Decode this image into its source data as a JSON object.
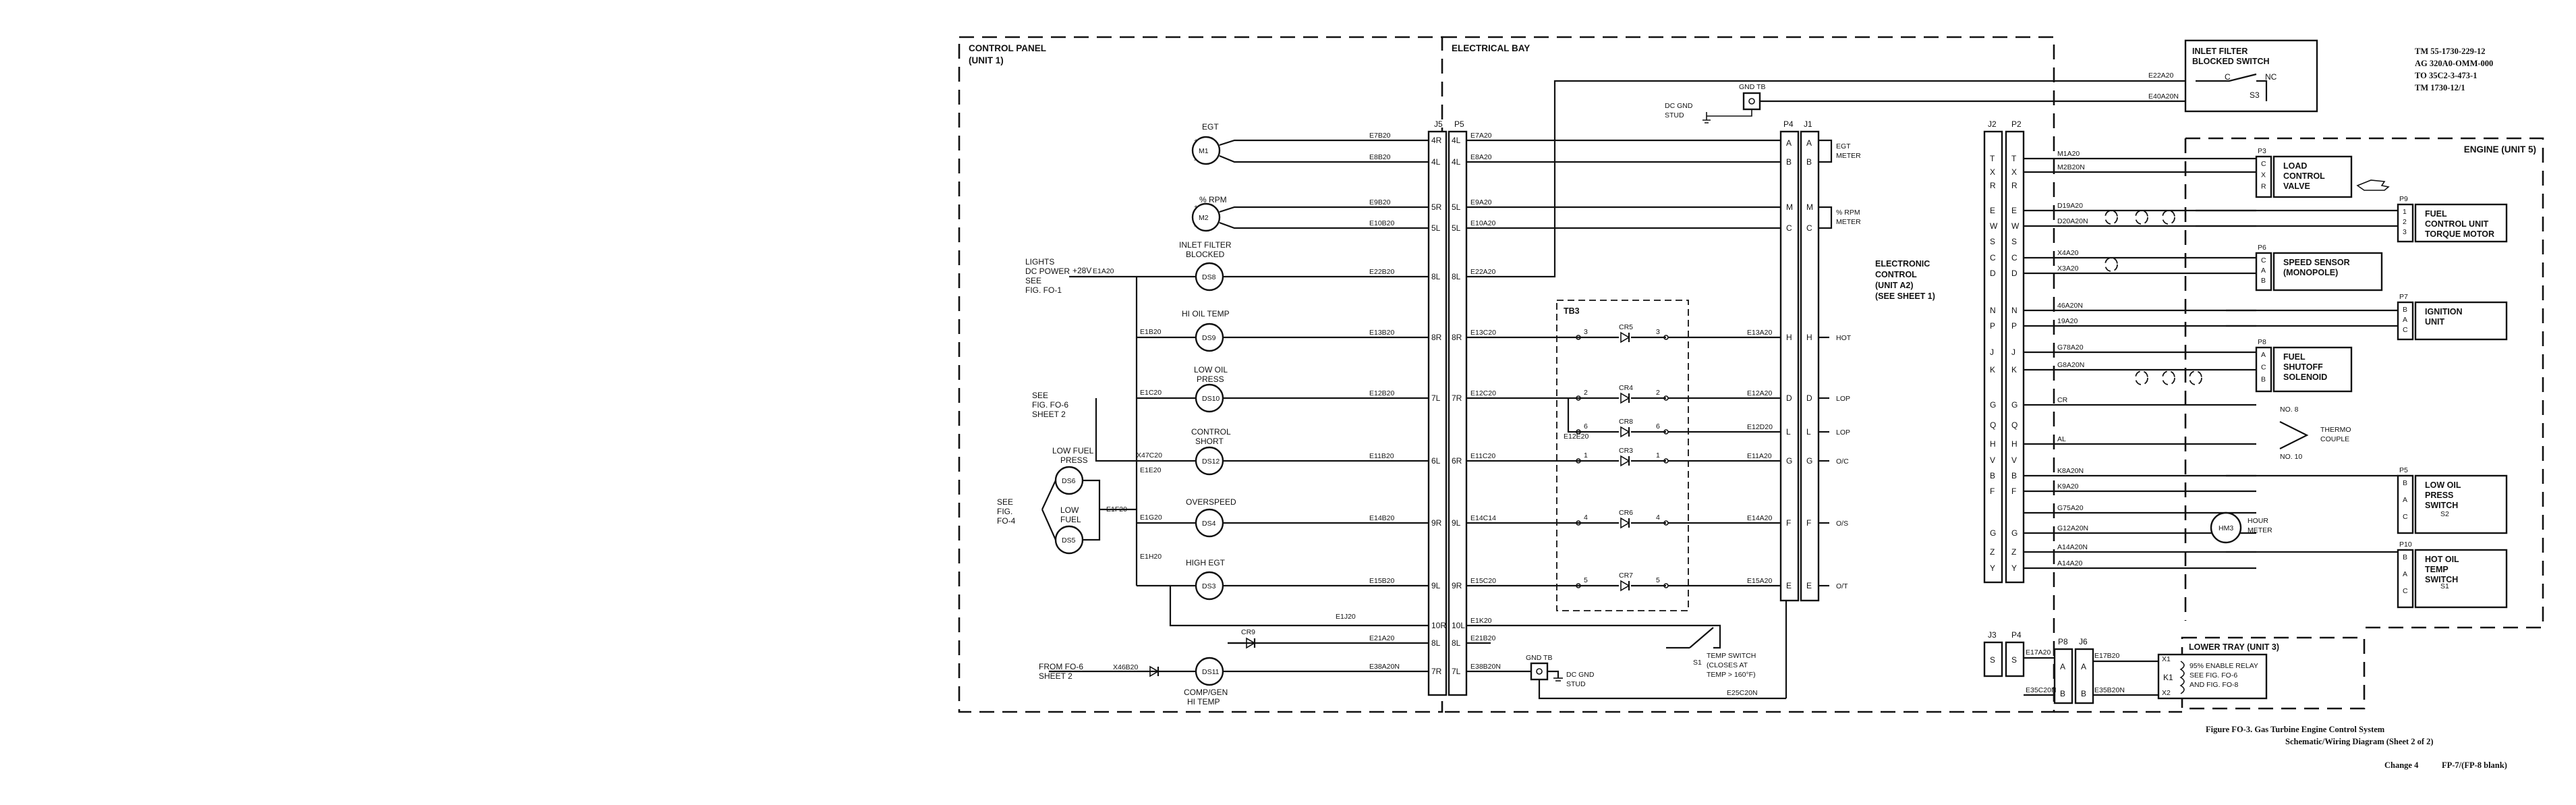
{
  "header": {
    "tm_lines": [
      "TM 55-1730-229-12",
      "AG 320A0-OMM-000",
      "TO 35C2-3-473-1",
      "TM 1730-12/1"
    ],
    "caption_line1": "Figure FO-3.  Gas Turbine Engine Control System",
    "caption_line2": "Schematic/Wiring Diagram (Sheet 2 of 2)",
    "change": "Change 4",
    "page": "FP-7/(FP-8 blank)"
  },
  "regions": {
    "control_panel": [
      "CONTROL PANEL",
      "(UNIT 1)"
    ],
    "electrical_bay": "ELECTRICAL BAY",
    "engine": "ENGINE (UNIT 5)",
    "lower_tray": "LOWER TRAY (UNIT 3)",
    "electronic_control": [
      "ELECTRONIC",
      "CONTROL",
      "(UNIT A2)",
      "(SEE SHEET 1)"
    ]
  },
  "connectors": {
    "j5": "J5",
    "p5": "P5",
    "p4": "P4",
    "j1": "J1",
    "j2": "J2",
    "p2": "P2",
    "j5_pins": [
      "4R",
      "4L",
      "5R",
      "5L",
      "8L",
      "8R",
      "7L",
      "6L",
      "9R",
      "9L",
      "10R",
      "8L",
      "7R"
    ],
    "p5_pins": [
      "4L",
      "4L",
      "5L",
      "5L",
      "8L",
      "8R",
      "7R",
      "6R",
      "9L",
      "9R",
      "10L",
      "8L",
      "7L"
    ],
    "j1_pins": [
      "A",
      "B",
      "M",
      "C",
      "H",
      "D",
      "L",
      "G",
      "F",
      "E"
    ],
    "j2_pins": [
      "T",
      "X",
      "R",
      "E",
      "W",
      "S",
      "C",
      "D",
      "N",
      "P",
      "J",
      "K",
      "G",
      "Q",
      "H",
      "V",
      "B",
      "F",
      "G",
      "Z",
      "Y"
    ],
    "lower_j": [
      "J3",
      "P4"
    ],
    "lower_s": [
      "S",
      "S"
    ]
  },
  "instruments": {
    "m1": {
      "label": "EGT",
      "id": "M1"
    },
    "m2": {
      "label": "% RPM",
      "id": "M2"
    },
    "ds8": {
      "label": [
        "INLET FILTER",
        "BLOCKED"
      ],
      "id": "DS8"
    },
    "ds9": {
      "label": "HI OIL TEMP",
      "id": "DS9"
    },
    "ds10": {
      "label": [
        "LOW OIL",
        "PRESS"
      ],
      "id": "DS10"
    },
    "ds12": {
      "label": [
        "CONTROL",
        "SHORT"
      ],
      "id": "DS12"
    },
    "ds6": {
      "label": [
        "LOW FUEL",
        "PRESS"
      ],
      "id": "DS6"
    },
    "ds5": {
      "label": [
        "LOW",
        "FUEL"
      ],
      "id": "DS5"
    },
    "ds4": {
      "label": "OVERSPEED",
      "id": "DS4"
    },
    "ds3": {
      "label": "HIGH EGT",
      "id": "DS3"
    },
    "ds11": {
      "label": [
        "COMP/GEN",
        "HI TEMP"
      ],
      "id": "DS11"
    },
    "m3": {
      "label": [
        "HOUR",
        "METER"
      ],
      "id": "HM3"
    }
  },
  "side_notes": {
    "lights": [
      "LIGHTS",
      "DC POWER",
      "SEE",
      "FIG. FO-1"
    ],
    "v28": "+28V",
    "see_fo6": [
      "SEE",
      "FIG. FO-6",
      "SHEET 2"
    ],
    "see_fo4": [
      "SEE",
      "FIG.",
      "FO-4"
    ],
    "from_fo6": [
      "FROM FO-6",
      "SHEET 2"
    ]
  },
  "wires_left": [
    "E7B20",
    "E8B20",
    "E9B20",
    "E10B20",
    "E22B20",
    "E13B20",
    "E12B20",
    "E11B20",
    "E14B20",
    "E15B20",
    "E21A20",
    "E38A20N"
  ],
  "wires_left_misc": [
    "E1A20",
    "E1B20",
    "E1C20",
    "X47C20",
    "E1E20",
    "E1F20",
    "E1G20",
    "E1H20",
    "E1J20",
    "X46B20"
  ],
  "wires_mid": [
    "E7A20",
    "E8A20",
    "E9A20",
    "E10A20",
    "E22A20",
    "E13C20",
    "E12C20",
    "E11C20",
    "E14C14",
    "E15C20",
    "E1K20",
    "E21B20",
    "E38B20N"
  ],
  "wires_tb3": [
    "E13A20",
    "E12A20",
    "E12D20",
    "E11A20",
    "E14A20",
    "E15A20",
    "E12E20"
  ],
  "func_labels": [
    "EGT",
    "METER",
    "% RPM",
    "METER",
    "HOT",
    "LOP",
    "LOP",
    "O/C",
    "O/S",
    "O/T"
  ],
  "tb3": {
    "title": "TB3",
    "diodes": [
      "CR5",
      "CR4",
      "CR8",
      "CR3",
      "CR6",
      "CR7"
    ],
    "terms": [
      "3",
      "2",
      "6",
      "1",
      "4",
      "5"
    ]
  },
  "misc": {
    "cr9": "CR9",
    "gnd_tb": "GND TB",
    "dc_gnd_stud": [
      "DC GND",
      "STUD"
    ],
    "temp_switch": [
      "TEMP SWITCH",
      "(CLOSES AT",
      "TEMP > 160°F)"
    ],
    "s1": "S1",
    "e25": "E25C20N",
    "e22a20": "E22A20",
    "e40": "E40A20N",
    "e17a": "E17A20",
    "e17b": "E17B20",
    "e35": "E35C20N",
    "e35b": "E35B20N"
  },
  "inlet_switch": {
    "title": [
      "INLET FILTER",
      "BLOCKED SWITCH"
    ],
    "c": "C",
    "nc": "NC",
    "id": "S3"
  },
  "right_wires": [
    "M1A20",
    "M2B20N",
    "D19A20",
    "D20A20N",
    "X4A20",
    "X3A20",
    "46A20N",
    "19A20",
    "G78A20",
    "G8A20N",
    "CR",
    "AL",
    "K8A20N",
    "K9A20",
    "G75A20",
    "G12A20N",
    "A14A20N",
    "A14A20"
  ],
  "engine_parts": {
    "p3": "P3",
    "load_valve": [
      "LOAD",
      "CONTROL",
      "VALVE"
    ],
    "p9": "P9",
    "fuel_unit": [
      "FUEL",
      "CONTROL UNIT",
      "TORQUE MOTOR"
    ],
    "p6": "P6",
    "speed_sensor": [
      "SPEED SENSOR",
      "(MONOPOLE)"
    ],
    "p7": "P7",
    "ignition": [
      "IGNITION",
      "UNIT"
    ],
    "p8": "P8",
    "shutoff": [
      "FUEL",
      "SHUTOFF",
      "SOLENOID"
    ],
    "thermo": [
      "THERMO",
      "COUPLE"
    ],
    "no8": "NO. 8",
    "no10": "NO. 10",
    "p5b": "P5",
    "low_oil": [
      "LOW OIL",
      "PRESS",
      "SWITCH"
    ],
    "s2": "S2",
    "p10": "P10",
    "hot_oil": [
      "HOT OIL",
      "TEMP",
      "SWITCH"
    ],
    "s1b": "S1"
  },
  "relay": {
    "id": "K1",
    "text": [
      "95% ENABLE RELAY",
      "SEE FIG. FO-6",
      "AND FIG. FO-8"
    ],
    "x1": "X1",
    "x2": "X2",
    "p8": "P8",
    "j6": "J6"
  }
}
